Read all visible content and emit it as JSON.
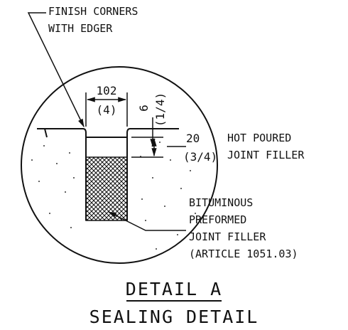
{
  "callouts": {
    "finish_corners_line1": "FINISH CORNERS",
    "finish_corners_line2": "WITH EDGER",
    "hot_poured_line1": "HOT POURED",
    "hot_poured_line2": "JOINT FILLER",
    "bituminous_line1": "BITUMINOUS",
    "bituminous_line2": "PREFORMED",
    "bituminous_line3": "JOINT FILLER",
    "bituminous_line4": "(ARTICLE 1051.03)"
  },
  "dimensions": {
    "width_mm": "102",
    "width_in": "(4)",
    "edge_mm": "6",
    "edge_in": "(1/4)",
    "depth_mm": "20",
    "depth_in": "(3/4)"
  },
  "titles": {
    "detail": "DETAIL A",
    "subtitle": "SEALING DETAIL"
  }
}
